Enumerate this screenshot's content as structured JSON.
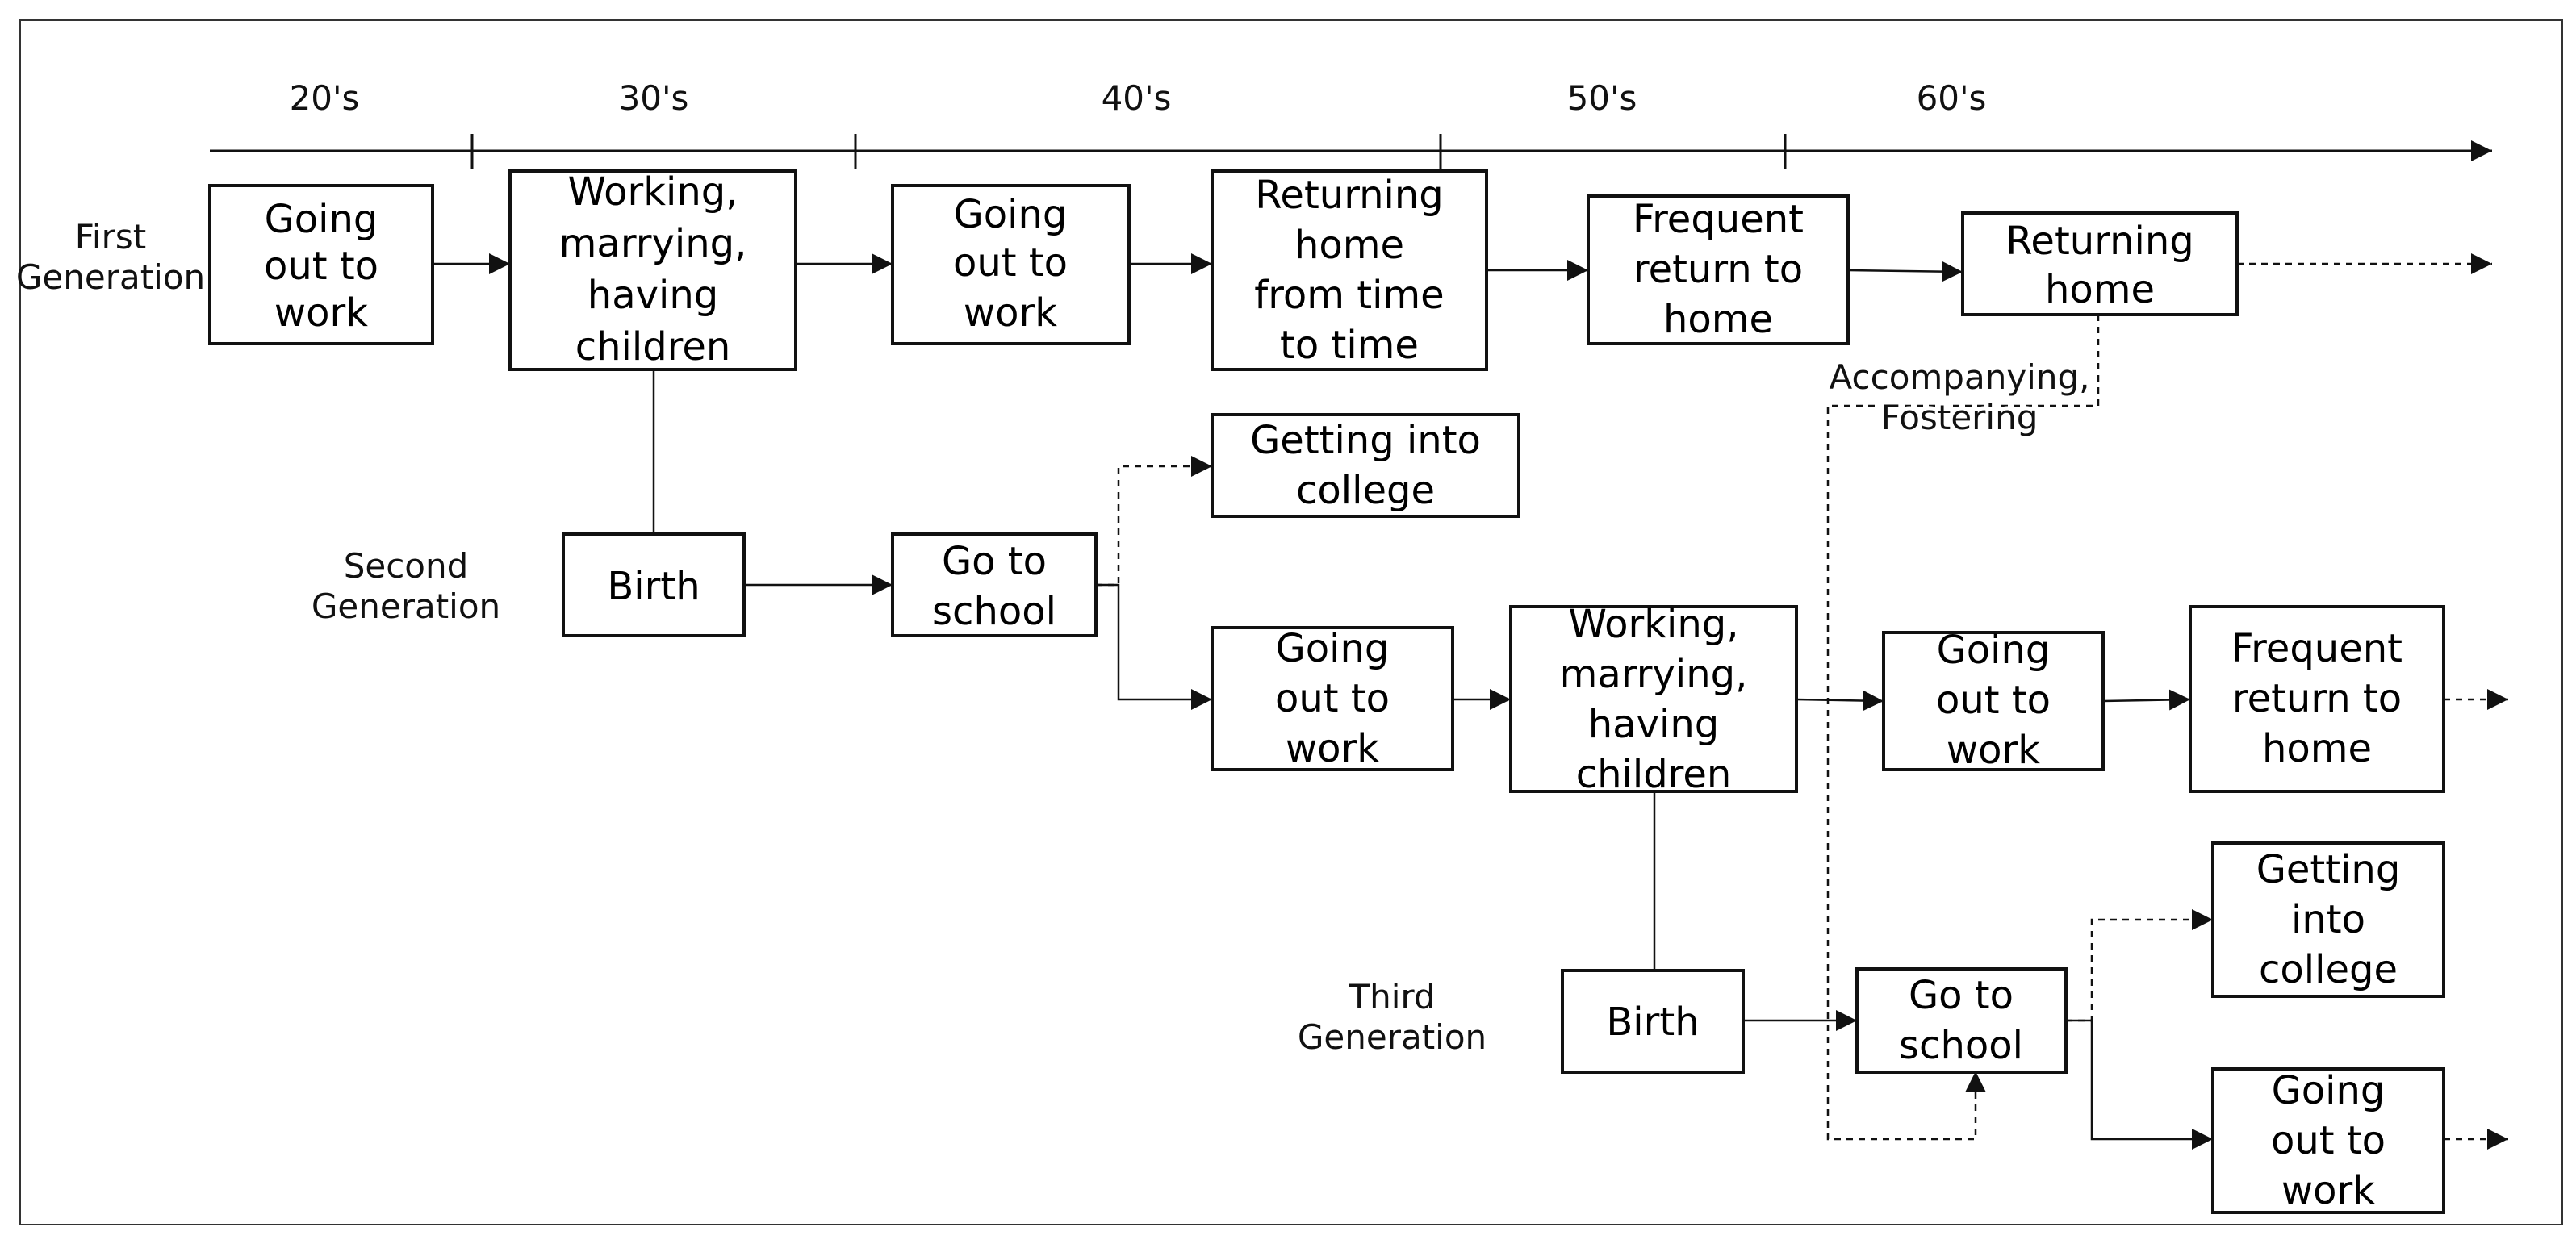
{
  "timeline": {
    "decades": [
      "20's",
      "30's",
      "40's",
      "50's",
      "60's"
    ]
  },
  "generations": {
    "first": [
      "First",
      "Generation"
    ],
    "second": [
      "Second",
      "Generation"
    ],
    "third": [
      "Third",
      "Generation"
    ]
  },
  "boxes": {
    "g1_going_out": [
      "Going",
      "out to",
      "work"
    ],
    "g1_working": [
      "Working,",
      "marrying,",
      "having",
      "children"
    ],
    "g1_going_out_2": [
      "Going",
      "out to",
      "work"
    ],
    "g1_returning_time": [
      "Returning",
      "home",
      "from time",
      "to time"
    ],
    "g1_frequent": [
      "Frequent",
      "return to",
      "home"
    ],
    "g1_returning_home": [
      "Returning",
      "home"
    ],
    "g2_birth": [
      "Birth"
    ],
    "g2_school": [
      "Go to",
      "school"
    ],
    "g2_college": [
      "Getting into",
      "college"
    ],
    "g2_going_out": [
      "Going",
      "out to",
      "work"
    ],
    "g2_working": [
      "Working,",
      "marrying,",
      "having",
      "children"
    ],
    "g2_going_out_2": [
      "Going",
      "out to",
      "work"
    ],
    "g2_frequent": [
      "Frequent",
      "return to",
      "home"
    ],
    "g3_birth": [
      "Birth"
    ],
    "g3_school": [
      "Go to",
      "school"
    ],
    "g3_college": [
      "Getting",
      "into",
      "college"
    ],
    "g3_going_out": [
      "Going",
      "out to",
      "work"
    ]
  },
  "annotations": {
    "accompanying": [
      "Accompanying,",
      "Fostering"
    ]
  }
}
